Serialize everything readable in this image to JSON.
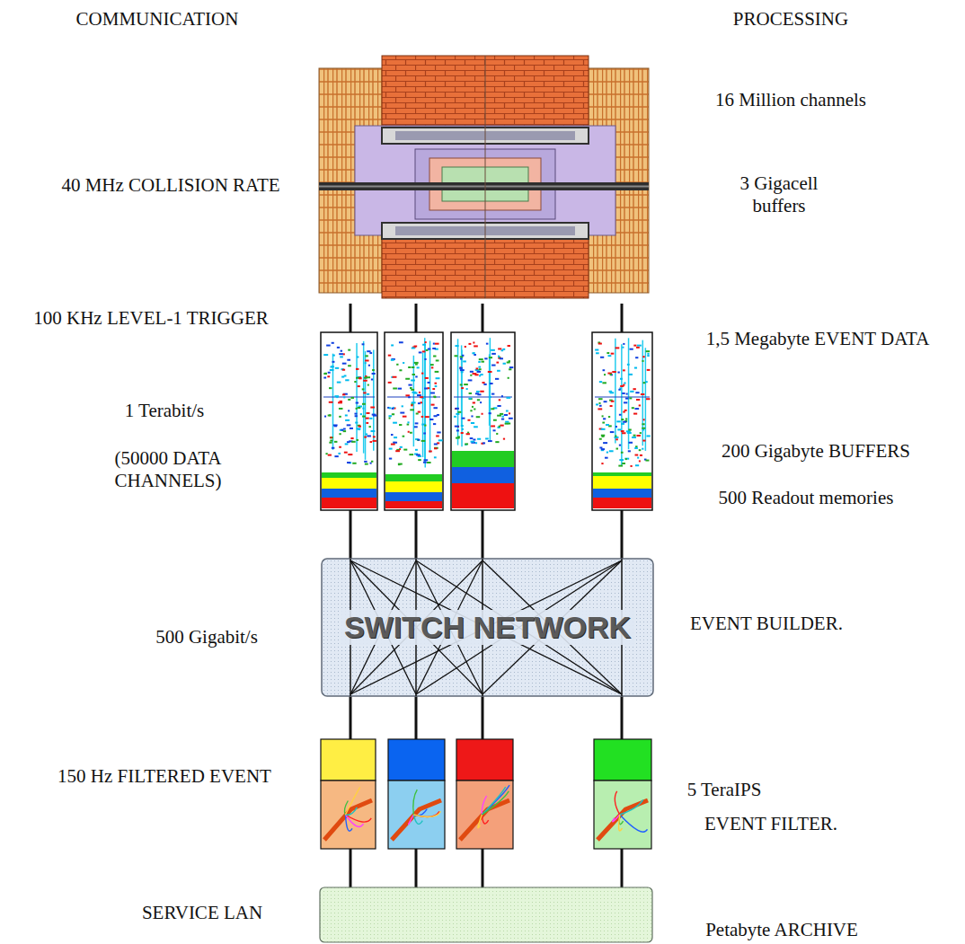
{
  "diagram": {
    "nodes": [
      {
        "text": [
          "SWITCH NETWORK"
        ]
      }
    ],
    "labels": [
      "COMMUNICATION",
      "PROCESSING",
      "16 Million channels",
      "40 MHz COLLISION RATE",
      "3 Gigacell buffers",
      "100 KHz LEVEL-1 TRIGGER",
      "1,5 Megabyte EVENT DATA",
      "1 Terabit/s",
      "(50000 DATA CHANNELS)",
      "200 Gigabyte BUFFERS",
      "500 Readout memories",
      "500 Gigabit/s",
      "EVENT BUILDER.",
      "150 Hz FILTERED EVENT",
      "5 TeraIPS",
      "EVENT FILTER.",
      "SERVICE LAN",
      "Petabyte ARCHIVE"
    ]
  }
}
